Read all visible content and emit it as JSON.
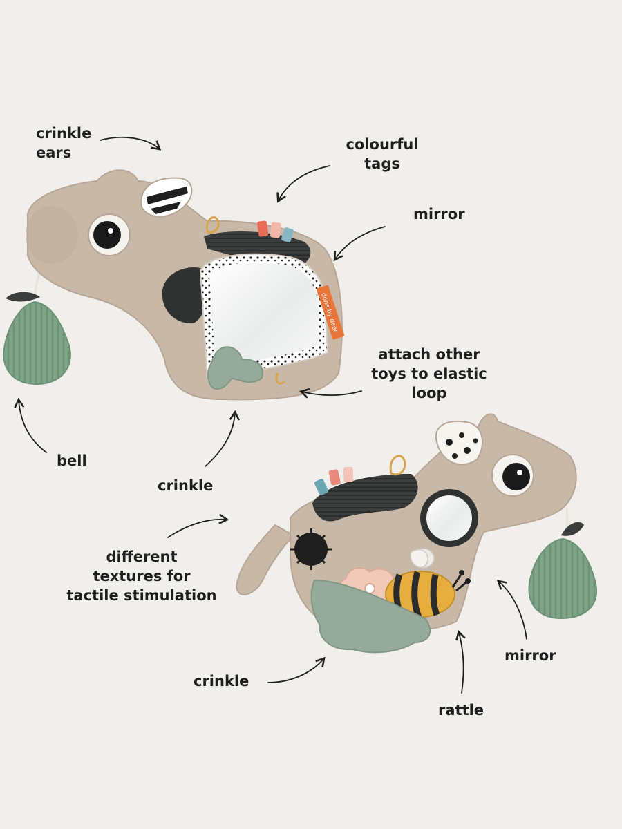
{
  "labels": {
    "crinkle_ears": "crinkle\nears",
    "colourful_tags": "colourful\ntags",
    "mirror_top": "mirror",
    "attach_loop": "attach other\ntoys to elastic\nloop",
    "bell": "bell",
    "crinkle_mid": "crinkle",
    "textures": "different\ntextures for\ntactile stimulation",
    "crinkle_bottom": "crinkle",
    "mirror_bottom": "mirror",
    "rattle": "rattle"
  },
  "brand_tag": "done by deer",
  "colors": {
    "background": "#f1efeb",
    "plush": "#c8b8a8",
    "pear": "#7fa487",
    "patch": "#3a3d3c",
    "bee": "#e6ad3f"
  }
}
